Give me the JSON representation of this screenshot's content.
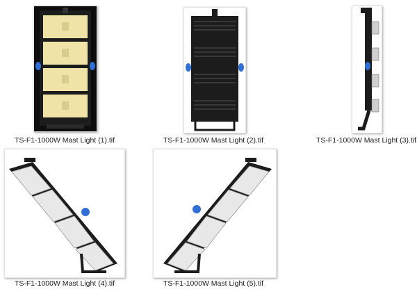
{
  "files": [
    {
      "name": "TS-F1-1000W Mast Light (1).tif",
      "view": "front"
    },
    {
      "name": "TS-F1-1000W Mast Light (2).tif",
      "view": "back"
    },
    {
      "name": "TS-F1-1000W Mast Light (3).tif",
      "view": "side"
    },
    {
      "name": "TS-F1-1000W Mast Light (4).tif",
      "view": "angled-left"
    },
    {
      "name": "TS-F1-1000W Mast Light (5).tif",
      "view": "angled-right"
    }
  ],
  "colors": {
    "housing": "#1c1c1c",
    "led_panel": "#efe3a8",
    "accent_blue": "#2f6fd6",
    "label_text": "#1a1a1a"
  }
}
